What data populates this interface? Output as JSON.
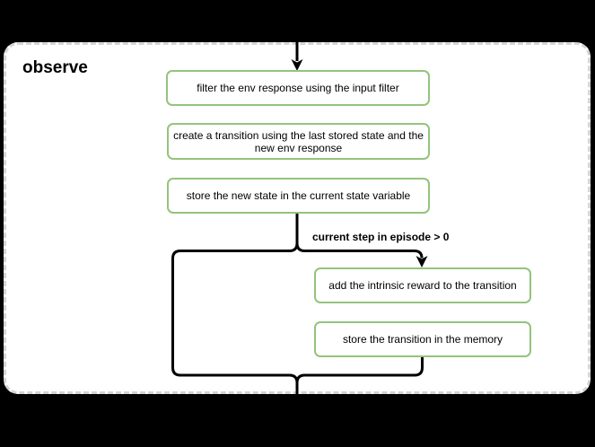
{
  "diagram": {
    "group_label": "observe",
    "condition_label": "current step in episode > 0",
    "nodes": [
      {
        "id": "filter-env-response",
        "label": "filter the env response using the input filter"
      },
      {
        "id": "create-transition",
        "label": "create a transition using the last stored state and the new env response"
      },
      {
        "id": "store-new-state",
        "label": "store the new state in the current state variable"
      },
      {
        "id": "add-intrinsic-reward",
        "label": "add the intrinsic reward to the transition"
      },
      {
        "id": "store-transition",
        "label": "store the transition in the memory"
      }
    ],
    "connectors": [
      "entry-arrow-into-filter-node",
      "branch-split-below-store-new-state",
      "condition-true-arrow-into-add-intrinsic-reward",
      "condition-false-bypass",
      "merge-and-exit"
    ]
  },
  "colors": {
    "page_background": "#000000",
    "group_background": "#ffffff",
    "group_border": "#d5d5d5",
    "node_background": "#ffffff",
    "node_border": "#93c47d",
    "connector": "#000000",
    "text": "#000000"
  }
}
